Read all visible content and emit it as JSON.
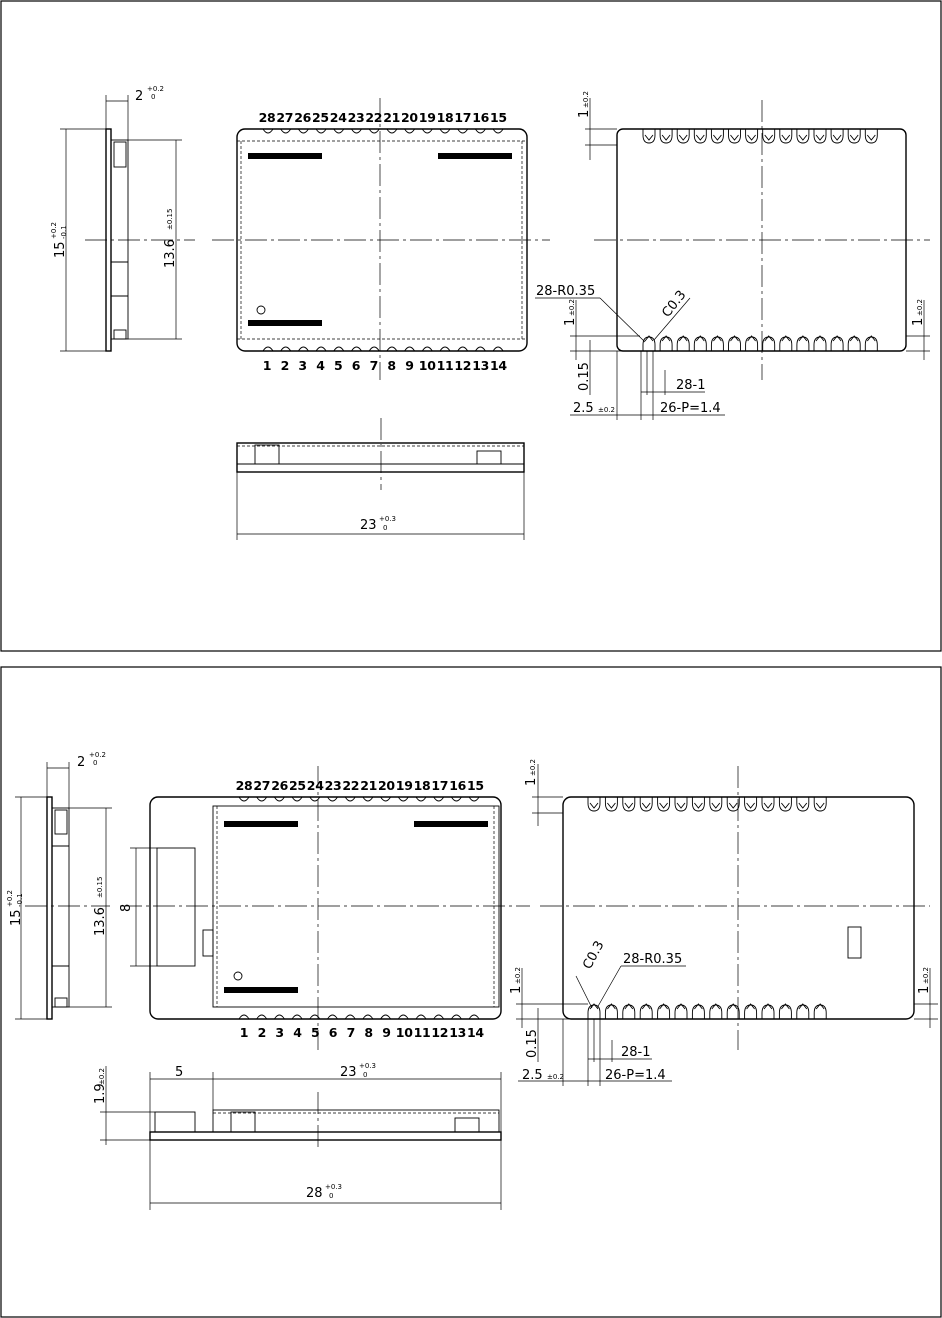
{
  "panels": [
    {
      "id": "top",
      "pins_top": [
        "28",
        "27",
        "26",
        "25",
        "24",
        "23",
        "22",
        "21",
        "20",
        "19",
        "18",
        "17",
        "16",
        "15"
      ],
      "pins_bottom": [
        "1",
        "2",
        "3",
        "4",
        "5",
        "6",
        "7",
        "8",
        "9",
        "10",
        "11",
        "12",
        "13",
        "14"
      ],
      "side_thickness": "2",
      "side_thickness_tol": [
        "+0.2",
        "0"
      ],
      "height": "15",
      "height_tol": [
        "+0.2",
        "-0.1"
      ],
      "inner_height": "13.6",
      "inner_height_tol": "±0.15",
      "front_width": "23",
      "front_width_tol": [
        "+0.3",
        "0"
      ],
      "pad_depth_top": "1",
      "pad_depth_top_tol": "±0.2",
      "pad_depth_right": "1",
      "pad_depth_right_tol": "±0.2",
      "pad_depth_left": "1",
      "pad_depth_left_tol": "±0.2",
      "radius_label": "28-R0.35",
      "chamfer_label": "C0.3",
      "offset_label": "0.15",
      "pad_width_label": "28-1",
      "edge_label": "2.5",
      "edge_tol": "±0.2",
      "pitch_label": "26-P=1.4"
    },
    {
      "id": "bottom",
      "pins_top": [
        "28",
        "27",
        "26",
        "25",
        "24",
        "23",
        "22",
        "21",
        "20",
        "19",
        "18",
        "17",
        "16",
        "15"
      ],
      "pins_bottom": [
        "1",
        "2",
        "3",
        "4",
        "5",
        "6",
        "7",
        "8",
        "9",
        "10",
        "11",
        "12",
        "13",
        "14"
      ],
      "side_thickness": "2",
      "side_thickness_tol": [
        "+0.2",
        "0"
      ],
      "height": "15",
      "height_tol": [
        "+0.2",
        "-0.1"
      ],
      "inner_height": "13.6",
      "inner_height_tol": "±0.15",
      "connector_height": "8",
      "module_width": "23",
      "module_width_tol": [
        "+0.3",
        "0"
      ],
      "offset_width": "5",
      "total_width": "28",
      "total_width_tol": [
        "+0.3",
        "0"
      ],
      "thickness": "1.9",
      "thickness_tol": "±0.2",
      "pad_depth_top": "1",
      "pad_depth_top_tol": "±0.2",
      "pad_depth_right": "1",
      "pad_depth_right_tol": "±0.2",
      "pad_depth_left": "1",
      "pad_depth_left_tol": "±0.2",
      "radius_label": "28-R0.35",
      "chamfer_label": "C0.3",
      "offset_label": "0.15",
      "pad_width_label": "28-1",
      "edge_label": "2.5",
      "edge_tol": "±0.2",
      "pitch_label": "26-P=1.4"
    }
  ]
}
